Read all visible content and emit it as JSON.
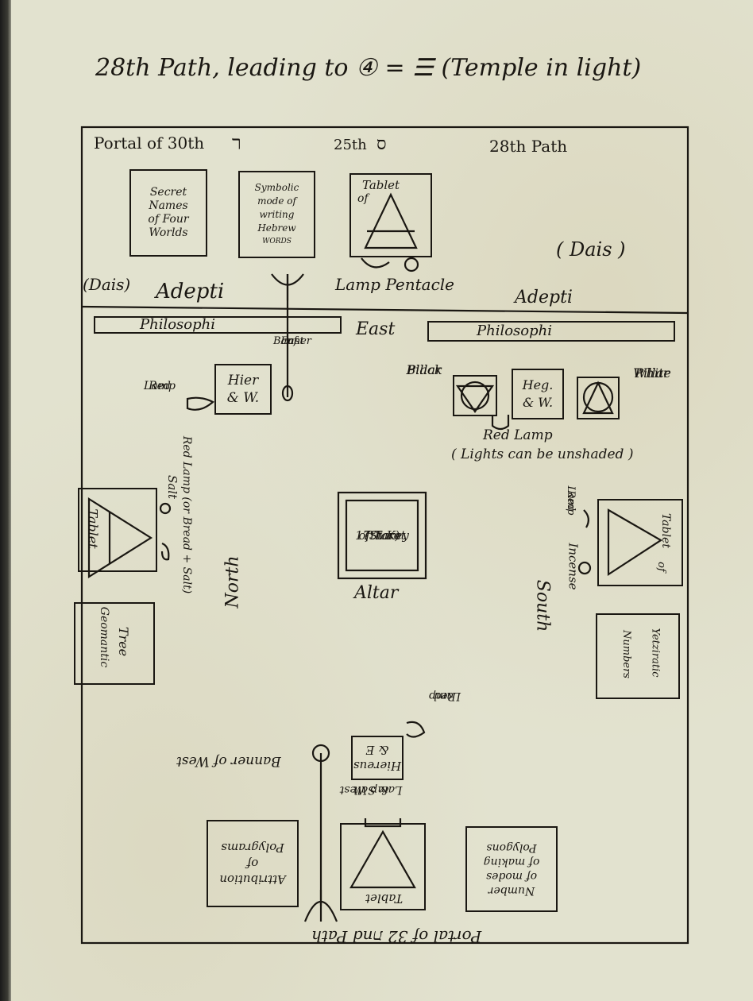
{
  "title": "28th Path, leading to ④ = ☰ (Temple in light)",
  "portal_30": "Portal of 30th",
  "path_25": "25th",
  "path_28": "28th Path",
  "dais_left": "(Dais)",
  "dais_right": "( Dais )",
  "adepti_left": "Adepti",
  "adepti_right": "Adepti",
  "lamp_pentacle": "Lamp Pentacle",
  "tablets_top": {
    "secret_names": [
      "Secret",
      "Names",
      "of Four",
      "Worlds"
    ],
    "symbolic_mode": [
      "Symbolic",
      "mode of",
      "writing",
      "Hebrew",
      "WORDS"
    ],
    "tablet_of": [
      "Tablet",
      "of"
    ]
  },
  "philosophi_left": "Philosophi",
  "philosophi_right": "Philosophi",
  "east": "East",
  "banner_east": [
    "Banner",
    "of",
    "East"
  ],
  "hiereus_box": [
    "Hier",
    "& W."
  ],
  "red_lamp_left": [
    "Red",
    "Lamp"
  ],
  "black_pillar": [
    "Black",
    "Pillar"
  ],
  "heg_box": [
    "Heg.",
    "& W."
  ],
  "white_pillar": [
    "White",
    "Pillar"
  ],
  "red_lamp_center": "Red Lamp",
  "lights_note": "( Lights can be unshaded )",
  "tablet_north": "Tablet",
  "salt": "Salt",
  "red_lamp_north": "Red Lamp (or Bread + Salt)",
  "north": "North",
  "geomantic_tree": [
    "Geomantic",
    "Tree"
  ],
  "altar_box": [
    "17th Key",
    "of Tarot",
    "(Star)"
  ],
  "altar": "Altar",
  "red_lamp_south": [
    "Red",
    "Lamp"
  ],
  "incense": "Incense",
  "south": "South",
  "tablet_south": [
    "Tablet",
    "of"
  ],
  "yetziratic": [
    "Yetziratic",
    "Numbers"
  ],
  "red_lamp_west": [
    "Red",
    "Lamp"
  ],
  "hiereus_west": [
    "Hiereus",
    "& E"
  ],
  "banner_west": "Banner of West",
  "lamp_west_salt": [
    "Lamp West",
    "& Salt"
  ],
  "attribution_polygons": [
    "Attribution",
    "of",
    "Polygrams"
  ],
  "tablet_west": "Tablet",
  "number_polygons": [
    "Number",
    "of modes",
    "of making",
    "Polygons"
  ],
  "portal_32": "Portal of ת 32nd Path"
}
